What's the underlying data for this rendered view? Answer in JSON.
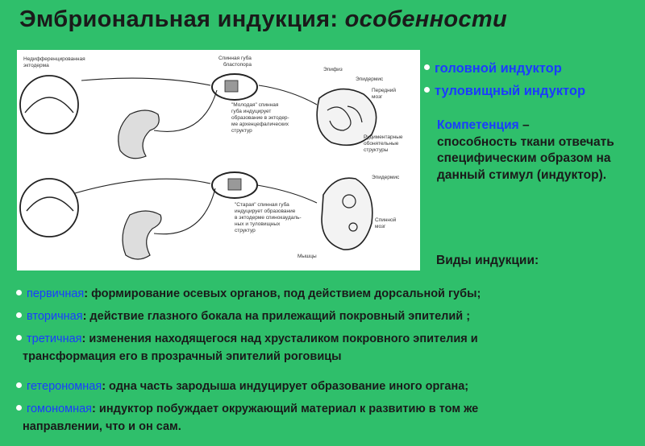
{
  "title": {
    "part1": "Эмбриональная индукция: ",
    "part2": "особенности"
  },
  "inductors": [
    "головной индуктор",
    "туловищный индуктор"
  ],
  "competence": {
    "term": "Компетенция",
    "definition": "способность ткани отвечать специфическим образом на данный стимул (индуктор)."
  },
  "types_heading": "Виды индукции:",
  "figure_labels": {
    "undiff": "Недифференцированная",
    "ectoderm": "эктодерма",
    "lip1a": "Спинная губа",
    "lip1b": "бластопора",
    "epiphysis": "Эпифиз",
    "epidermis1": "Эпидермис",
    "forebrain1": "Передний",
    "forebrain2": "мозг",
    "young1": "\"Молодая\" спинная",
    "young2": "губа индуцирует",
    "young3": "образование в эктодер-",
    "young4": "ме архенцефалических",
    "young5": "структур",
    "rudim1": "Рудиментарные",
    "rudim2": "обонятельные",
    "rudim3": "структуры",
    "epidermis2": "Эпидермис",
    "old1": "\"Старая\" спинная губа",
    "old2": "индуцирует образование",
    "old3": "в эктодерме спинокаудаль-",
    "old4": "ных и туловищных",
    "old5": "структур",
    "spinal1": "Спинной",
    "spinal2": "мозг",
    "muscles": "Мышцы"
  },
  "list": [
    {
      "term": "первичная",
      "text": ": формирование осевых органов, под действием дорсальной губы;"
    },
    {
      "term": "вторичная",
      "text": ": действие глазного бокала на прилежащий покровный эпителий ;"
    },
    {
      "term": "третичная",
      "text": ": изменения находящегося над хрусталиком покровного эпителия и",
      "cont": "трансформация его в прозрачный эпителий роговицы"
    },
    {
      "term": "гетерономная",
      "text": ": одна часть зародыша индуцирует образование иного органа;"
    },
    {
      "term": "гомономная",
      "text": ": индуктор побуждает окружающий материал к развитию в том же",
      "cont": "направлении, что и он сам."
    }
  ]
}
